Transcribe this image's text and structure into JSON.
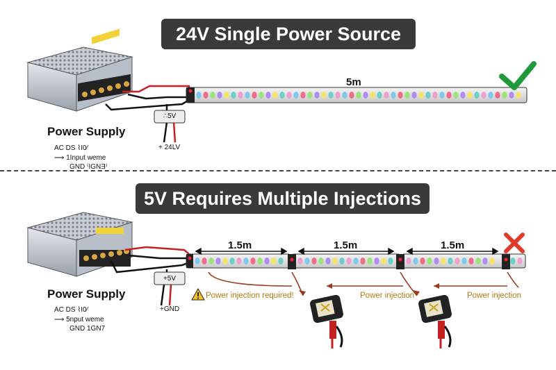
{
  "top": {
    "title": "24V Single Power Source",
    "psu_label": "Power Supply",
    "psu_lines": [
      "AC   DS   ⌇I0⁄",
      "⟶ 1Input  weme",
      "GND   ⁽IGNƎ⁾"
    ],
    "converter_label": "∴5V",
    "wire_label": "+ 24LV",
    "strip_length": "5m",
    "status_icon": "check-icon",
    "status_color": "#1f9a3a"
  },
  "bottom": {
    "title": "5V Requires Multiple Injections",
    "psu_label": "Power Supply",
    "psu_lines": [
      "AC   DS   ⌇I0⁄",
      "⟶ 5nput  weme",
      "GND    1GN7"
    ],
    "converter_label": "+5V",
    "wire_label": "+GND",
    "segment_lengths": [
      "1.5m",
      "1.5m",
      "1.5m"
    ],
    "injection_labels": [
      "Power injection required!",
      "Power injection",
      "Power injection"
    ],
    "status_icon": "cross-icon",
    "status_color": "#e03a2a"
  },
  "colors": {
    "banner_bg": "#3a3a3a",
    "injection_text": "#b07a10",
    "injection_arrow": "#9a3a1a",
    "led_palette": [
      "#7ec8f0",
      "#f06d8a",
      "#9be37a",
      "#b08cf0",
      "#f5e36a",
      "#6ad0c8",
      "#f0a0d0"
    ]
  }
}
